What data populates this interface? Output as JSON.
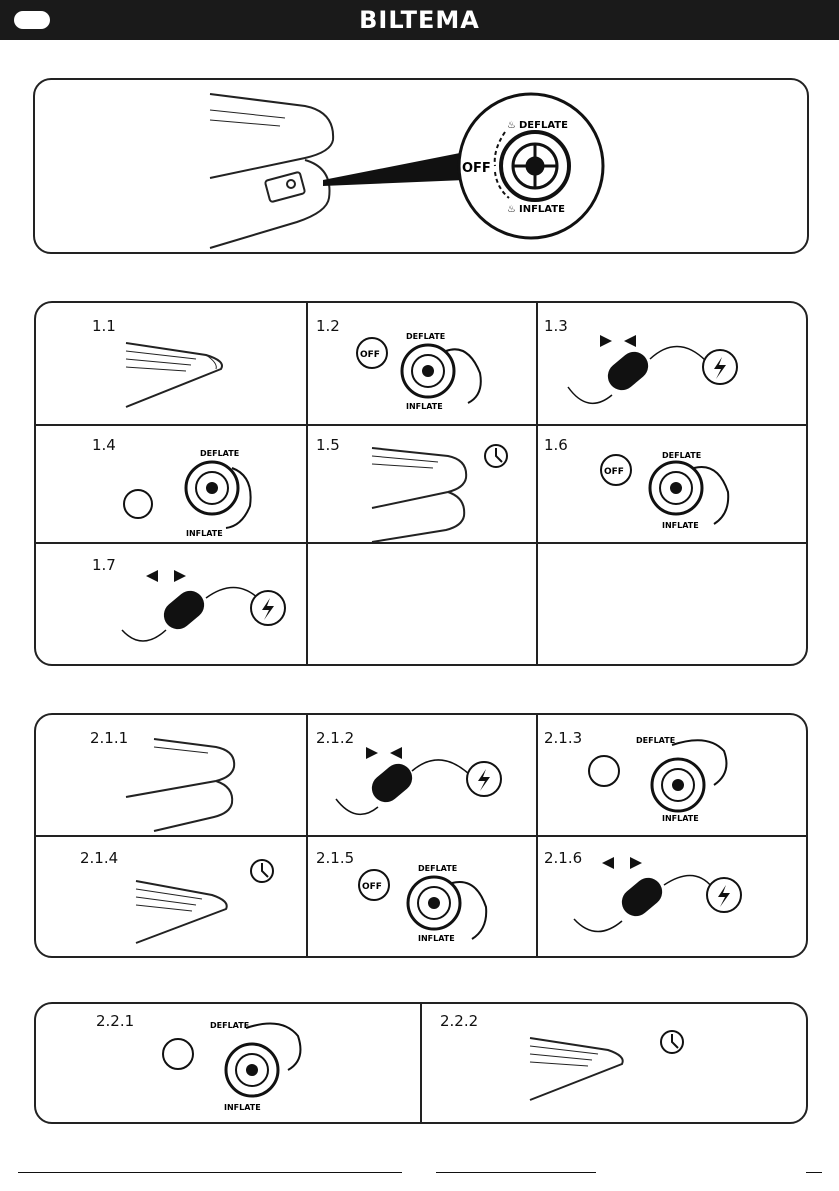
{
  "header": {
    "brand": "BILTEMA"
  },
  "overview": {
    "deflate": "DEFLATE",
    "off": "OFF",
    "inflate": "INFLATE"
  },
  "section1": {
    "cells": [
      {
        "label": "1.1"
      },
      {
        "label": "1.2"
      },
      {
        "label": "1.3"
      },
      {
        "label": "1.4"
      },
      {
        "label": "1.5"
      },
      {
        "label": "1.6"
      },
      {
        "label": "1.7"
      }
    ]
  },
  "section2": {
    "cells": [
      {
        "label": "2.1.1"
      },
      {
        "label": "2.1.2"
      },
      {
        "label": "2.1.3"
      },
      {
        "label": "2.1.4"
      },
      {
        "label": "2.1.5"
      },
      {
        "label": "2.1.6"
      }
    ]
  },
  "section3": {
    "cells": [
      {
        "label": "2.2.1"
      },
      {
        "label": "2.2.2"
      }
    ]
  },
  "knob": {
    "deflate": "DEFLATE",
    "inflate": "INFLATE",
    "off": "OFF"
  }
}
